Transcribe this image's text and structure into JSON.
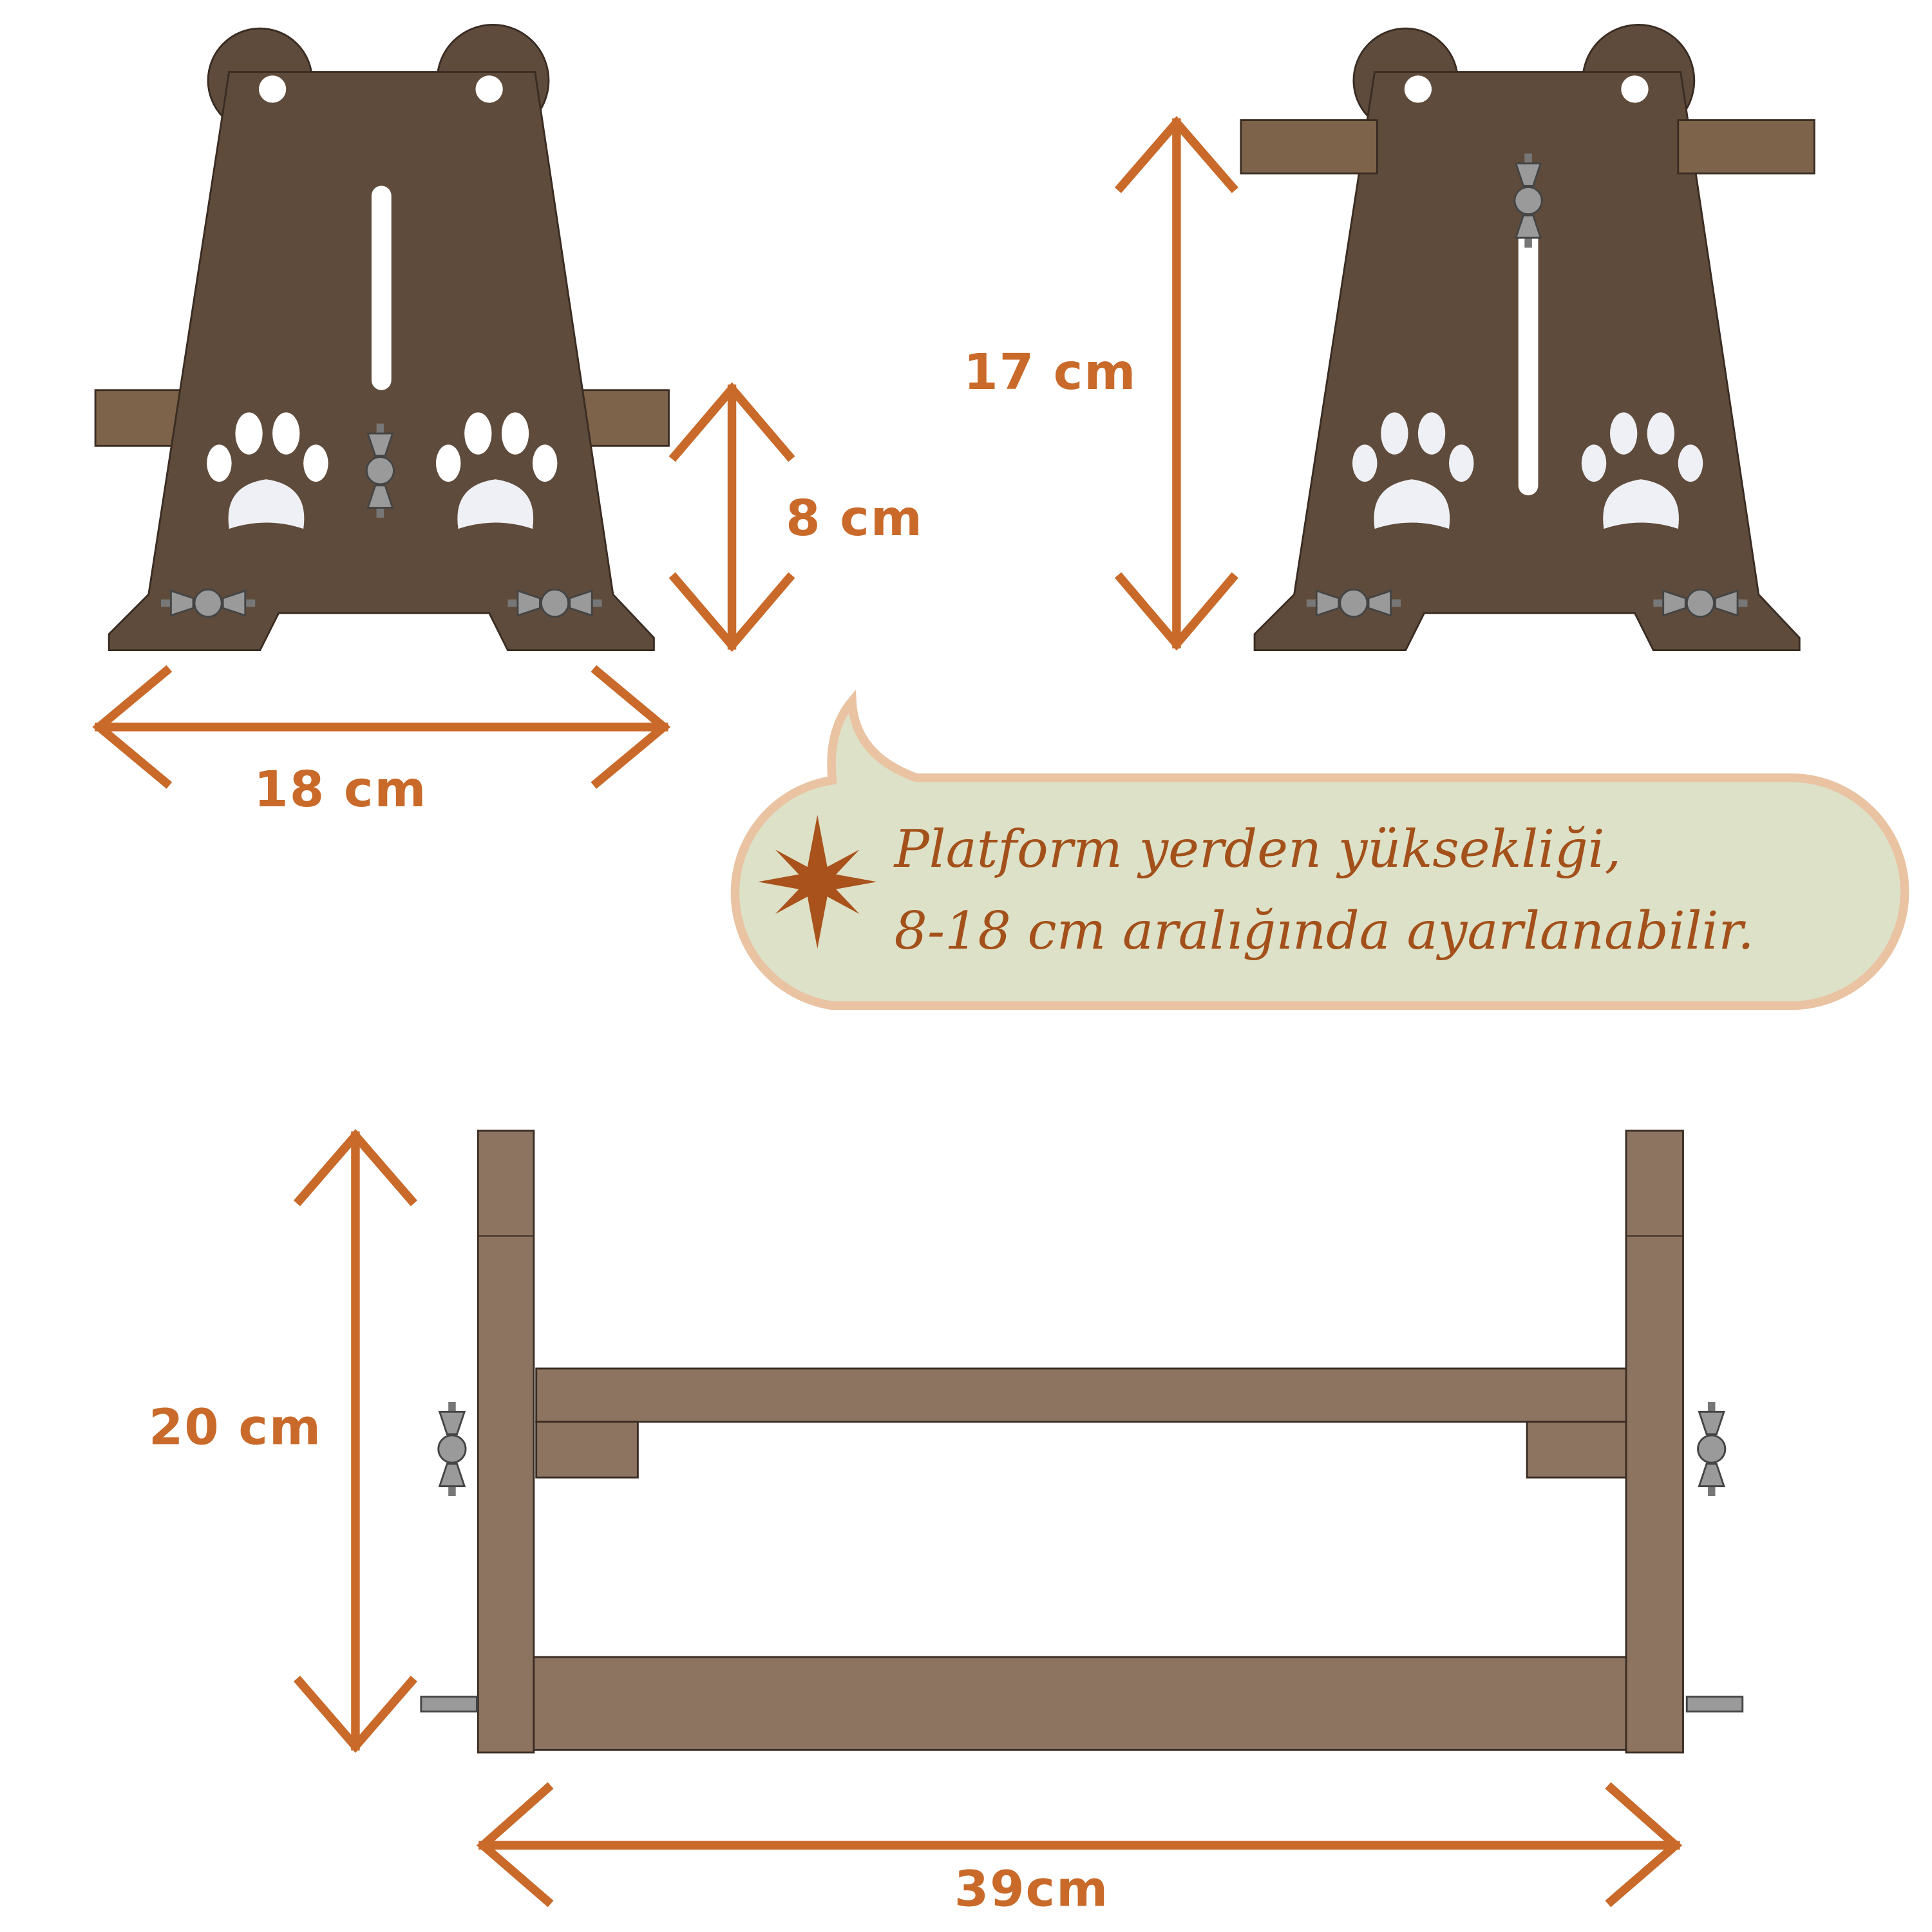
{
  "dimensions": {
    "min_height": "8 cm",
    "width": "18 cm",
    "max_height": "17 cm",
    "total_height": "20 cm",
    "length": "39cm"
  },
  "note": {
    "line1": "Platform yerden yüksekliği,",
    "line2": "8-18 cm aralığında ayarlanabilir."
  },
  "colors": {
    "accent": "#c96a2a",
    "bubble_fill": "#dde1c7",
    "bubble_border": "#e9c3a2",
    "wood": "#5f4b3b"
  }
}
